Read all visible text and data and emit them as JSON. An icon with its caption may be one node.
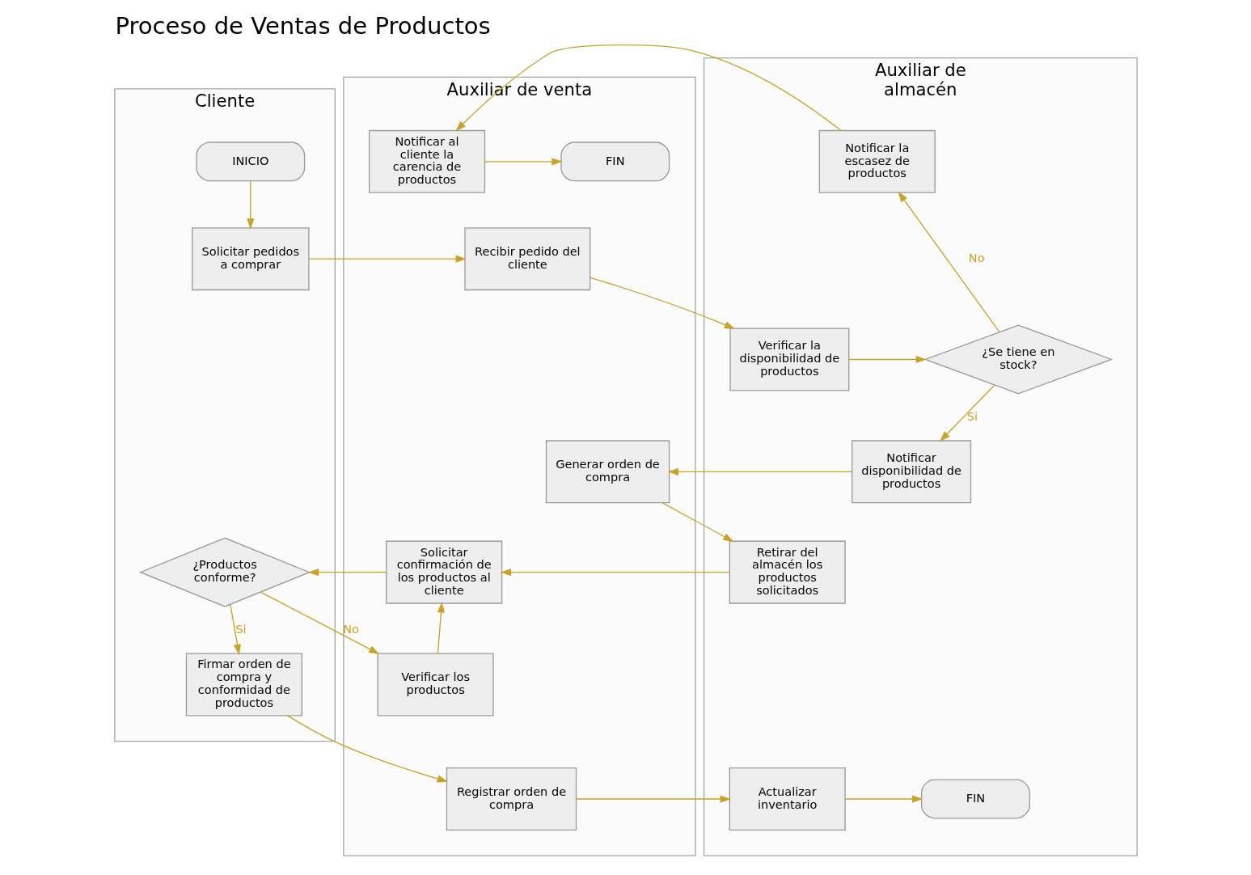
{
  "diagram": {
    "title": "Proceso de Ventas de Productos",
    "nodes": [
      {
        "text": [
          "Cliente"
        ]
      },
      {
        "text": [
          "Auxiliar de venta"
        ]
      },
      {
        "text": [
          "Auxiliar de almacén"
        ]
      },
      {
        "text": [
          "INICIO"
        ],
        "in": 0
      },
      {
        "text": [
          "Solicitar pedidos a comprar"
        ],
        "in": 0
      },
      {
        "text": [
          "¿Productos conforme?"
        ],
        "in": 0
      },
      {
        "text": [
          "Firmar orden de compra y conformidad de productos"
        ],
        "in": 0
      },
      {
        "text": [
          "FIN"
        ],
        "in": 1
      },
      {
        "text": [
          "Notificar al cliente la carencia de productos"
        ],
        "in": 1
      },
      {
        "text": [
          "Recibir pedido del cliente"
        ],
        "in": 1
      },
      {
        "text": [
          "Generar orden de compra"
        ],
        "in": 1
      },
      {
        "text": [
          "Solicitar confirmación de los productos al cliente"
        ],
        "in": 1
      },
      {
        "text": [
          "Verificar los productos"
        ],
        "in": 1
      },
      {
        "text": [
          "Registrar orden de compra"
        ],
        "in": 1
      },
      {
        "text": [
          "Notificar la escasez de productos"
        ],
        "in": 2
      },
      {
        "text": [
          "Verificar la disponibilidad de productos"
        ],
        "in": 2
      },
      {
        "text": [
          "¿Se tiene en stock?"
        ],
        "in": 2
      },
      {
        "text": [
          "Notificar disponibilidad de productos"
        ],
        "in": 2
      },
      {
        "text": [
          "Retirar del almacén los productos solicitados"
        ],
        "in": 2
      },
      {
        "text": [
          "Actualizar inventario"
        ],
        "in": 2
      },
      {
        "text": [
          "FIN"
        ],
        "in": 2
      }
    ],
    "edges": [
      {
        "from": 3,
        "to": 4,
        "arrow": "to"
      },
      {
        "from": 4,
        "to": 9,
        "arrow": "to"
      },
      {
        "from": 9,
        "to": 15,
        "arrow": "to"
      },
      {
        "from": 15,
        "to": 16,
        "arrow": "to"
      },
      {
        "from": 16,
        "to": 14,
        "arrow": "to",
        "label": "No"
      },
      {
        "from": 14,
        "to": 8,
        "arrow": "to"
      },
      {
        "from": 8,
        "to": 7,
        "arrow": "to"
      },
      {
        "from": 16,
        "to": 17,
        "arrow": "to",
        "label": "Si"
      },
      {
        "from": 17,
        "to": 10,
        "arrow": "to"
      },
      {
        "from": 10,
        "to": 18,
        "arrow": "to"
      },
      {
        "from": 18,
        "to": 11,
        "arrow": "to"
      },
      {
        "from": 11,
        "to": 5,
        "arrow": "to"
      },
      {
        "from": 5,
        "to": 6,
        "arrow": "to",
        "label": "Si"
      },
      {
        "from": 5,
        "to": 12,
        "arrow": "to",
        "label": "No"
      },
      {
        "from": 12,
        "to": 11,
        "arrow": "to"
      },
      {
        "from": 6,
        "to": 13,
        "arrow": "to"
      },
      {
        "from": 13,
        "to": 19,
        "arrow": "to"
      },
      {
        "from": 19,
        "to": 20,
        "arrow": "to"
      }
    ]
  }
}
